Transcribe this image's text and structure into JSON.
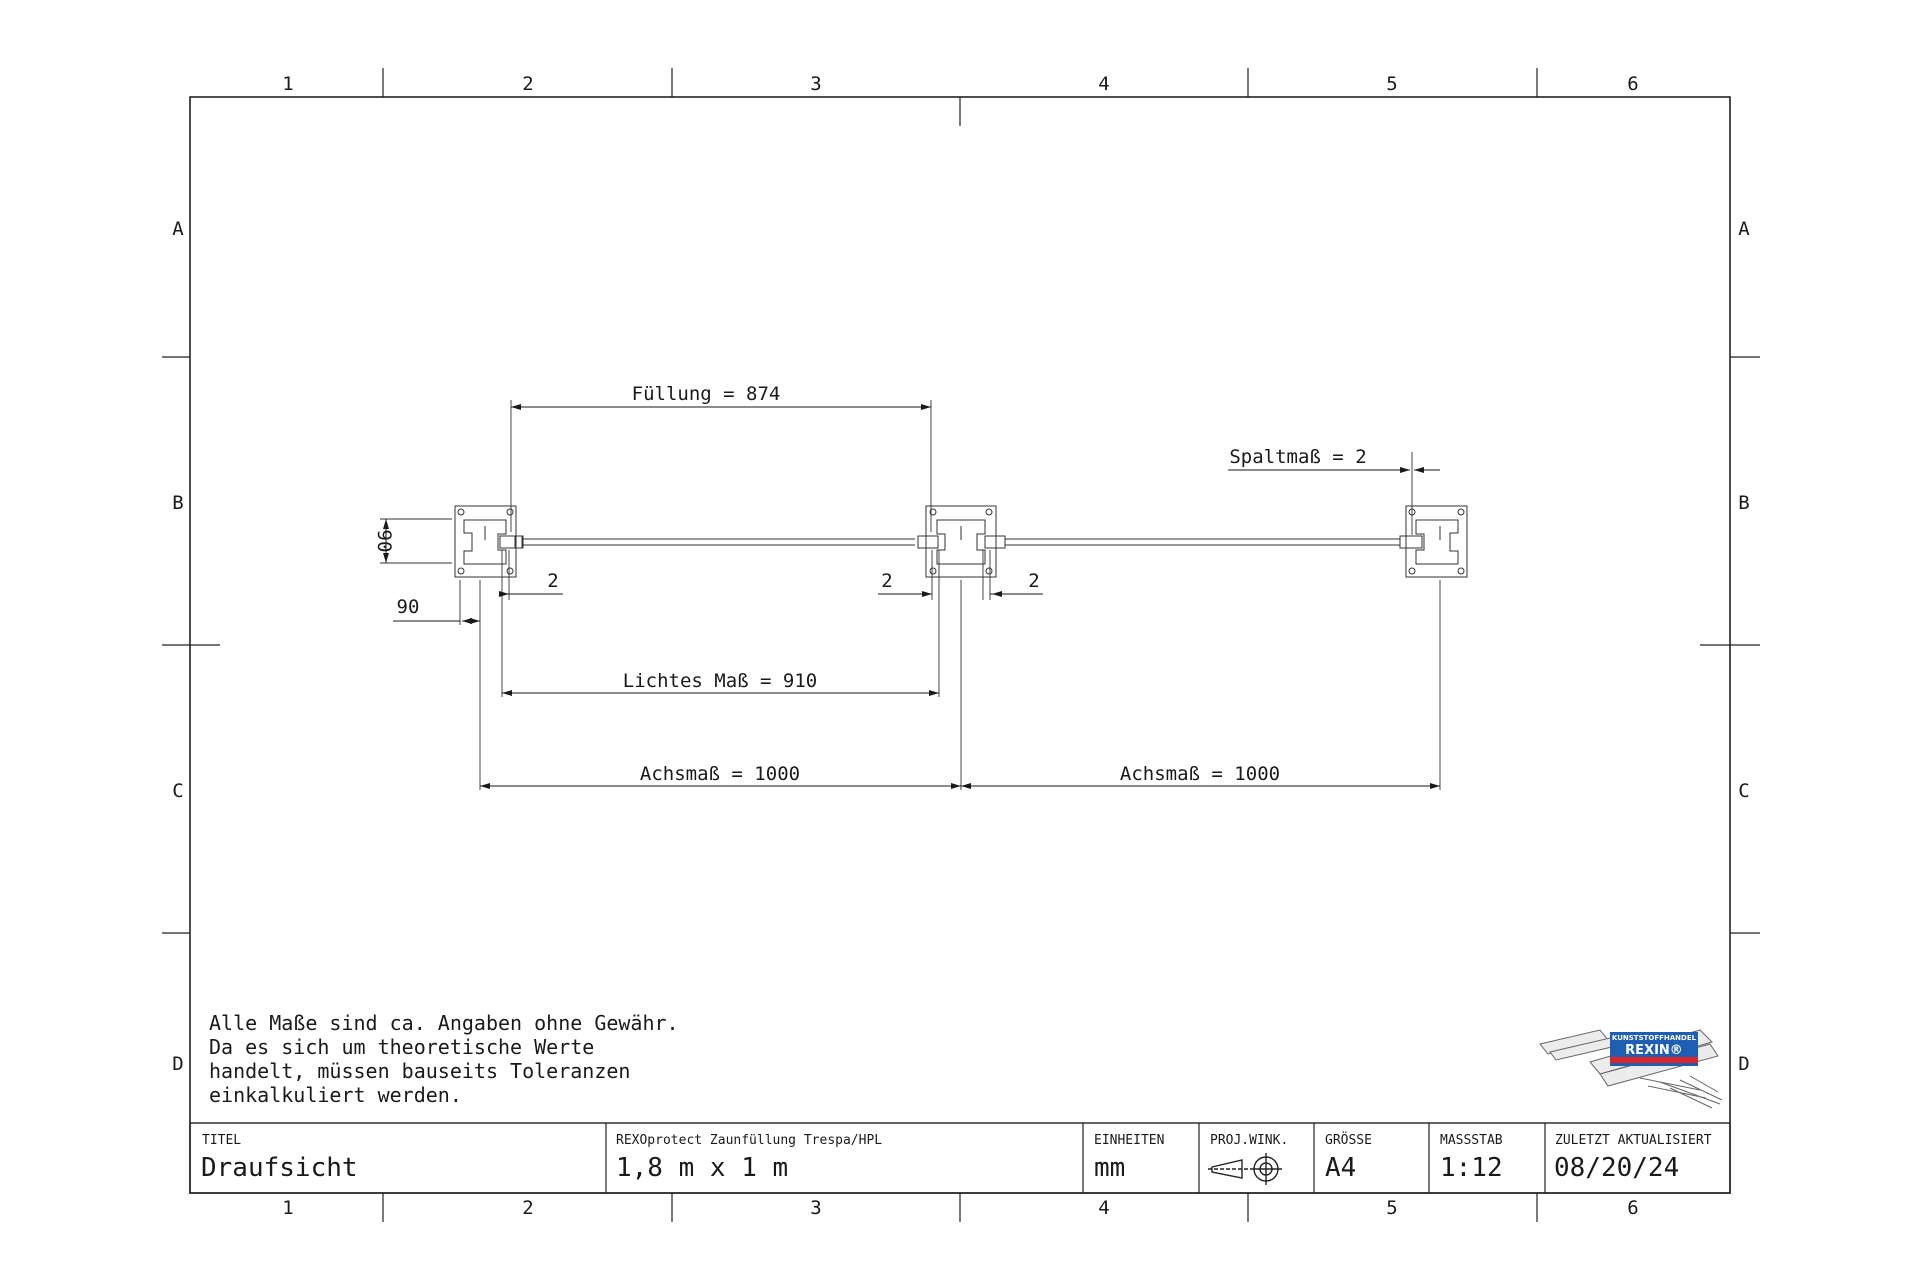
{
  "zones": {
    "columns": [
      "1",
      "2",
      "3",
      "4",
      "5",
      "6"
    ],
    "rows": [
      "A",
      "B",
      "C",
      "D"
    ]
  },
  "dimensions": {
    "fuellung": "Füllung = 874",
    "spaltmass": "Spaltmaß = 2",
    "lichtes_mass": "Lichtes Maß = 910",
    "achsmass_left": "Achsmaß = 1000",
    "achsmass_right": "Achsmaß = 1000",
    "post_height": "90",
    "post_width": "90",
    "gap_left": "2",
    "gap_mid_left": "2",
    "gap_mid_right": "2"
  },
  "note": {
    "line1": "Alle Maße sind ca. Angaben ohne Gewähr.",
    "line2": "Da es sich um theoretische Werte",
    "line3": "handelt, müssen bauseits Toleranzen",
    "line4": "einkalkuliert werden."
  },
  "title_block": {
    "titel_label": "TITEL",
    "titel_value": "Draufsicht",
    "product_label": "REXOprotect Zaunfüllung Trespa/HPL",
    "product_value": "1,8 m x 1 m",
    "einheiten_label": "EINHEITEN",
    "einheiten_value": "mm",
    "proj_label": "PROJ.WINK.",
    "groesse_label": "GRÖSSE",
    "groesse_value": "A4",
    "massstab_label": "MASSSTAB",
    "massstab_value": "1:12",
    "aktualisiert_label": "ZULETZT AKTUALISIERT",
    "aktualisiert_value": "08/20/24"
  },
  "logo": {
    "line1": "KUNSTSTOFFHANDEL",
    "line2": "REXIN®",
    "brand_color": "#1f5fb3",
    "accent_color": "#d9262c"
  },
  "icons": {
    "projection": "first-angle-projection-icon"
  }
}
